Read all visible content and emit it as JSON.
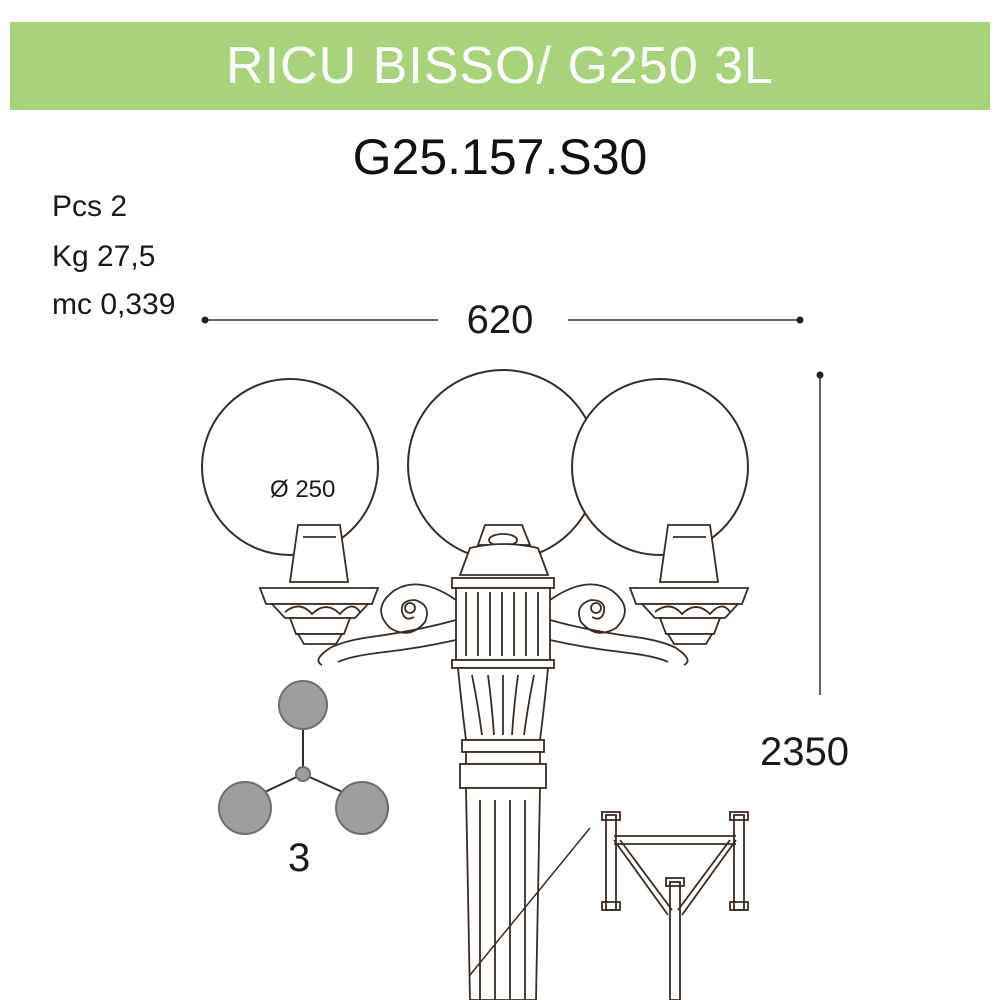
{
  "header": {
    "title": "RICU BISSO/ G250 3L",
    "title_bg_color": "#a8d37c"
  },
  "product": {
    "code": "G25.157.S30"
  },
  "specs": {
    "pcs": "Pcs 2",
    "kg": "Kg 27,5",
    "mc": "mc 0,339"
  },
  "dimensions": {
    "width": "620",
    "height": "2350",
    "globe_diameter": "Ø 250"
  },
  "arms_diagram": {
    "count_label": "3",
    "globe_color": "#9e9e9e"
  }
}
